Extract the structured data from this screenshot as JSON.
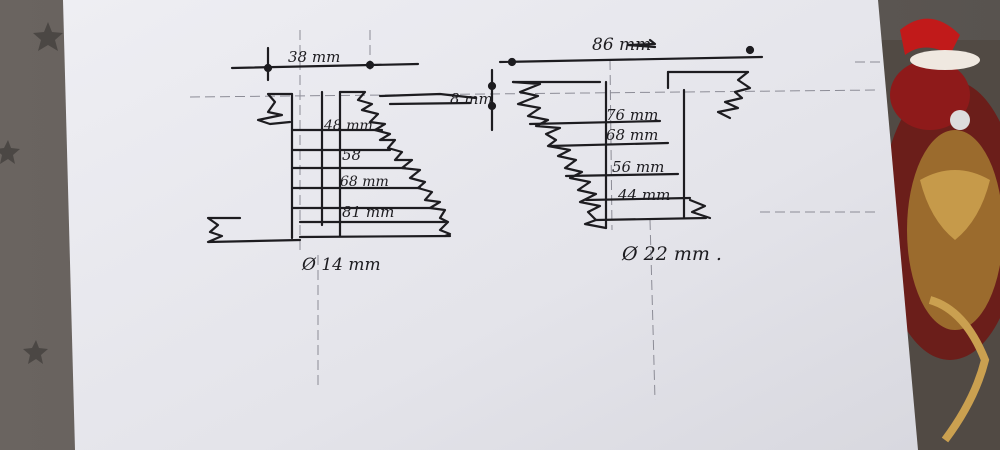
{
  "photo": {
    "subject": "hand-drawn-technical-sketch-on-paper",
    "colors": {
      "background": "#5f5b57",
      "paper": "#e6e6ec",
      "ink": "#1d1c20",
      "faint_line": "#8c8c96"
    }
  },
  "left_drawing": {
    "top_dimension": "38 mm",
    "step_labels": [
      "48 mm",
      "58",
      "68 mm",
      "81 mm"
    ],
    "diameter_label": "Ø 14 mm"
  },
  "right_drawing": {
    "top_dimension": "86 mm",
    "side_dimension": "8 mm",
    "step_labels": [
      "76 mm",
      "68 mm",
      "56 mm",
      "44 mm"
    ],
    "diameter_label": "Ø 22 mm ."
  }
}
